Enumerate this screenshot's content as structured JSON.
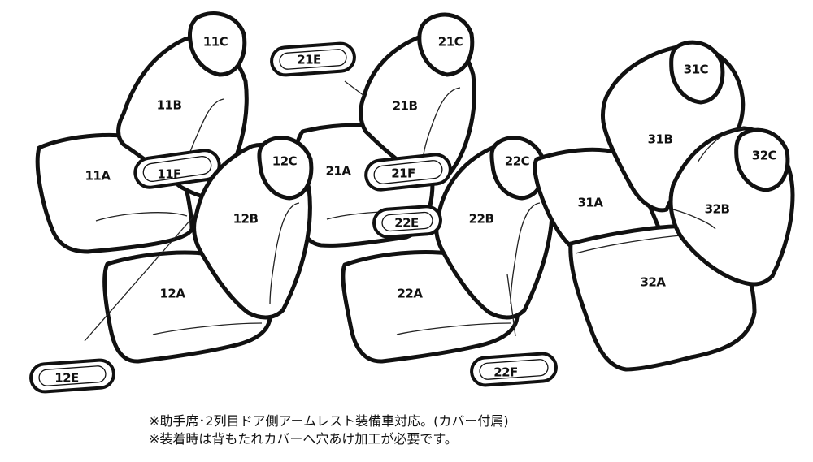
{
  "labels": {
    "p11A": "11A",
    "p11B": "11B",
    "p11C": "11C",
    "p11F": "11F",
    "p12A": "12A",
    "p12B": "12B",
    "p12C": "12C",
    "p12E": "12E",
    "p21A": "21A",
    "p21B": "21B",
    "p21C": "21C",
    "p21E": "21E",
    "p21F": "21F",
    "p22A": "22A",
    "p22B": "22B",
    "p22C": "22C",
    "p22E": "22E",
    "p22F": "22F",
    "p31A": "31A",
    "p31B": "31B",
    "p31C": "31C",
    "p32A": "32A",
    "p32B": "32B",
    "p32C": "32C"
  },
  "notes": {
    "line1": "※助手席･2列目ドア側アームレスト装備車対応。(カバー付属)",
    "line2": "※装着時は背もたれカバーへ穴あけ加工が必要です。"
  },
  "colors": {
    "outline": "#111111",
    "fill": "#ffffff"
  }
}
